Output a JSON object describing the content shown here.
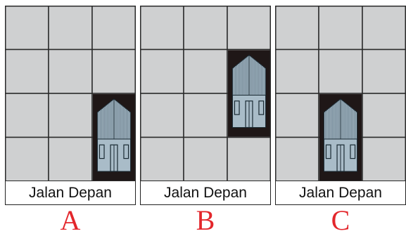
{
  "panels": [
    {
      "street_label": "Jalan Depan",
      "letter": "A",
      "house": {
        "column": 2,
        "rows": [
          2,
          3
        ]
      }
    },
    {
      "street_label": "Jalan Depan",
      "letter": "B",
      "house": {
        "column": 2,
        "rows": [
          1,
          2
        ]
      }
    },
    {
      "street_label": "Jalan Depan",
      "letter": "C",
      "house": {
        "column": 1,
        "rows": [
          2,
          3
        ]
      }
    }
  ],
  "colors": {
    "lot": "#cfd0d1",
    "grid_line": "#2a2a2a",
    "house_lot": "#1f1717",
    "roof": "#a9bcc8",
    "roof_stripes": "#5e7280",
    "wall": "#a9bcc8",
    "letter": "#e3262b"
  },
  "icons": {
    "house": "house-icon"
  }
}
